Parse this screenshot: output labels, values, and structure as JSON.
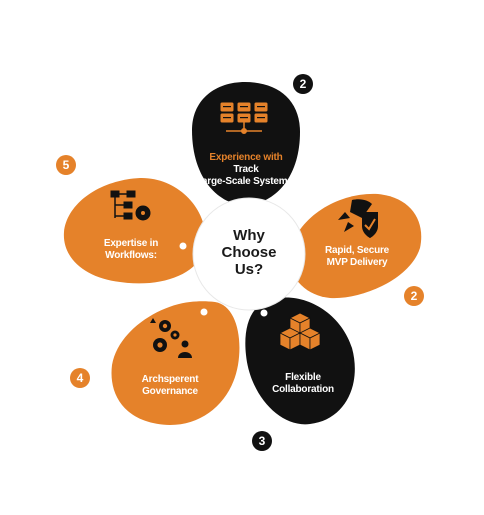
{
  "colors": {
    "orange": "#e5822a",
    "dark": "#111111",
    "white": "#ffffff",
    "text_dark": "#1a1a1a"
  },
  "center": {
    "line1": "Why",
    "line2": "Choose",
    "line3": "Us?"
  },
  "petals": {
    "top": {
      "line1": "Experience with",
      "line2": "Track",
      "line3": "Large-Scale Systems:",
      "badge": "2",
      "icon": "server-rack-icon"
    },
    "right": {
      "line1": "Rapid, Secure",
      "line2": "MVP Delivery",
      "badge": "2",
      "icon": "rocket-shield-icon"
    },
    "bottom_right": {
      "line1": "Flexible",
      "line2": "Collaboration",
      "badge": "3",
      "icon": "stacked-boxes-icon"
    },
    "bottom_left": {
      "line1": "Archsperent",
      "line2": "Governance",
      "badge": "4",
      "icon": "gears-person-icon"
    },
    "left": {
      "line1": "Expertise in",
      "line2": "Workflows:",
      "badge": "5",
      "icon": "workflow-gear-icon"
    }
  }
}
